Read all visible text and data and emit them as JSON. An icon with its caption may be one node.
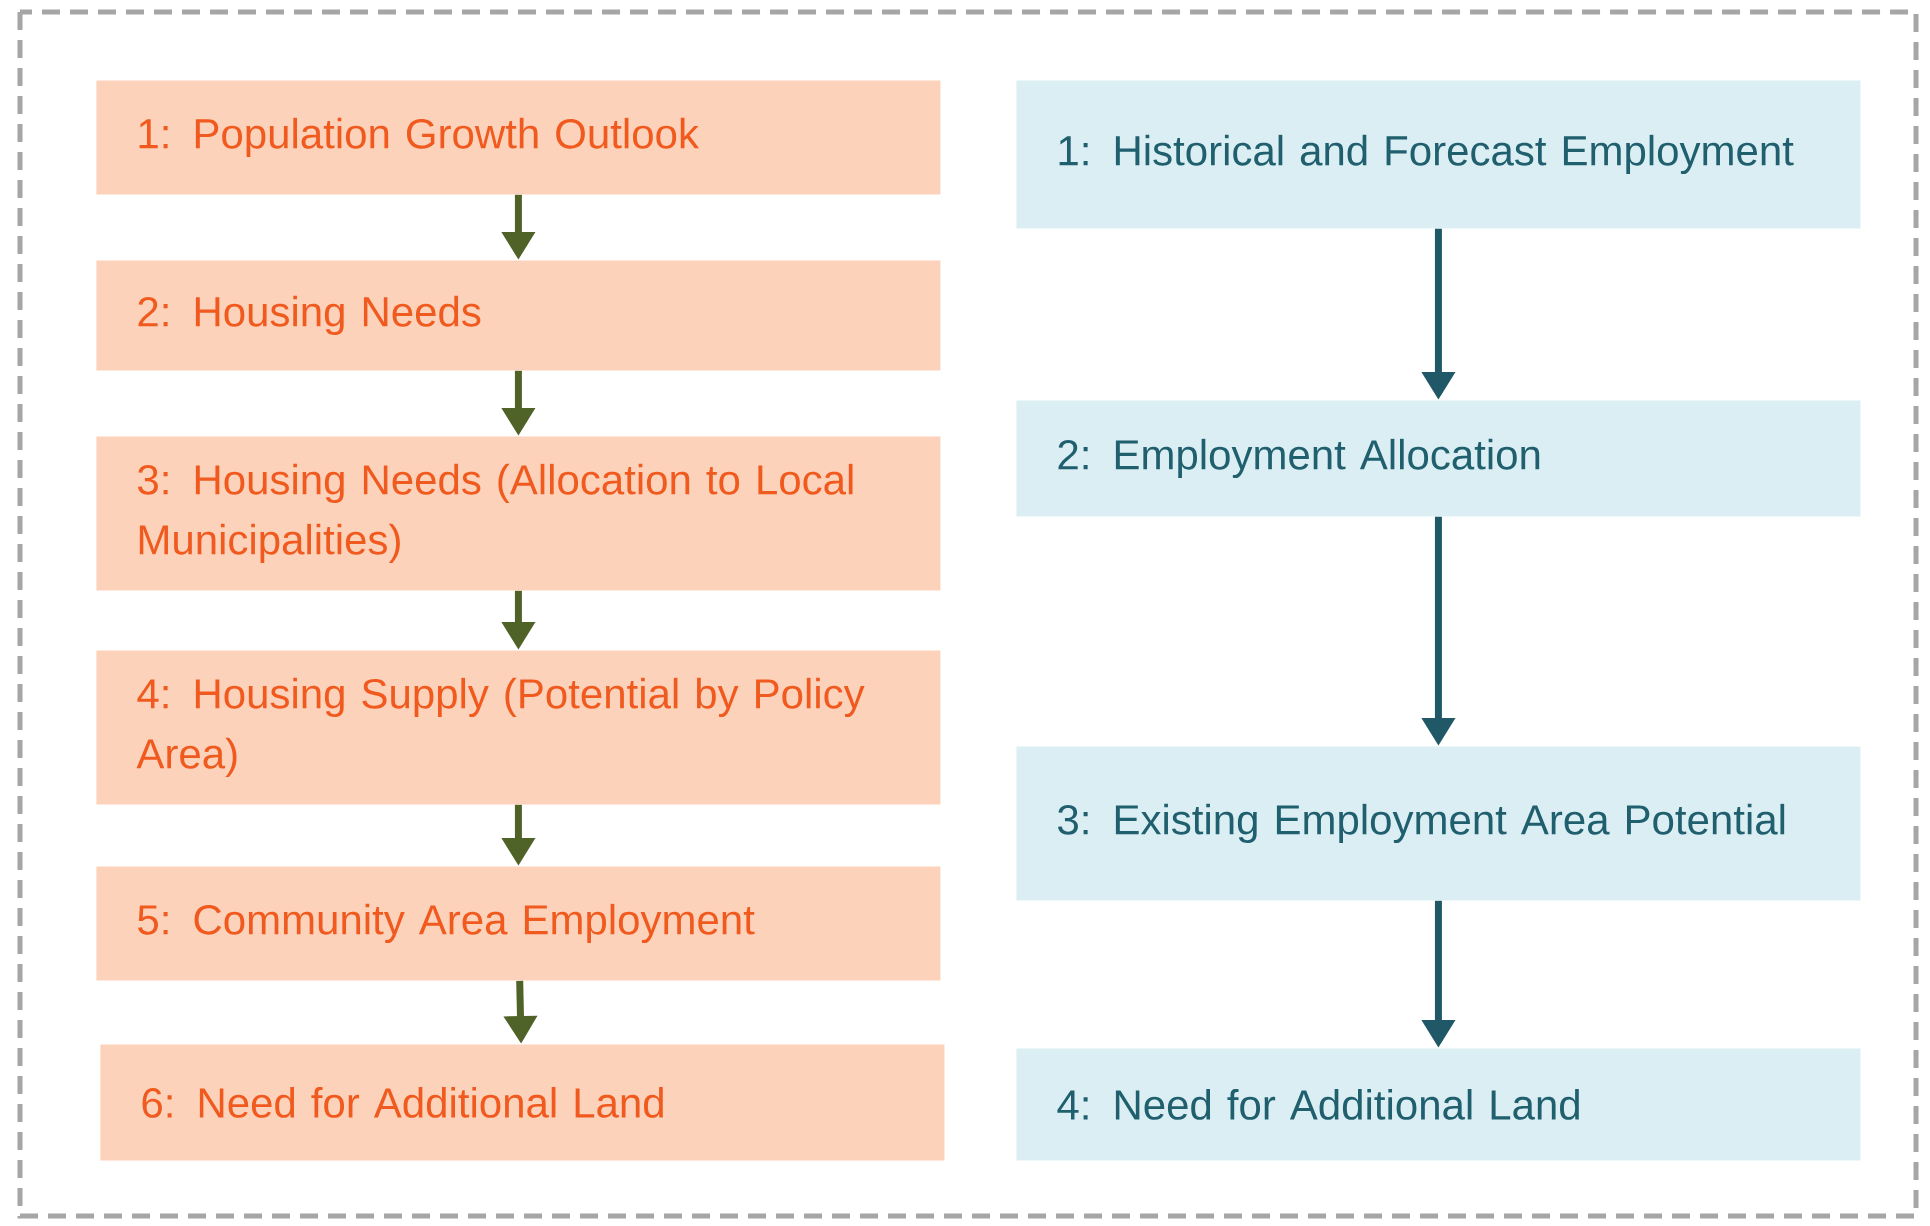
{
  "diagram": {
    "nodes": [
      {
        "text": [
          "1: Population Growth Outlook"
        ]
      },
      {
        "text": [
          "2: Housing Needs"
        ]
      },
      {
        "text": [
          "3: Housing Needs (Allocation to Local Municipalities)"
        ]
      },
      {
        "text": [
          "4: Housing Supply (Potential by Policy Area)"
        ]
      },
      {
        "text": [
          "5: Community Area Employment"
        ]
      },
      {
        "text": [
          "6: Need for Additional Land"
        ]
      },
      {
        "text": [
          "1: Historical and Forecast Employment"
        ]
      },
      {
        "text": [
          "2: Employment Allocation"
        ]
      },
      {
        "text": [
          "3: Existing Employment Area Potential"
        ]
      },
      {
        "text": [
          "4: Need for Additional Land"
        ]
      }
    ],
    "edges": [
      {
        "from": 0,
        "to": 1,
        "arrow": "to"
      },
      {
        "from": 1,
        "to": 2,
        "arrow": "to"
      },
      {
        "from": 2,
        "to": 3,
        "arrow": "to"
      },
      {
        "from": 3,
        "to": 4,
        "arrow": "to"
      },
      {
        "from": 4,
        "to": 5,
        "arrow": "to"
      },
      {
        "from": 6,
        "to": 7,
        "arrow": "to",
        "color": "#215868"
      },
      {
        "from": 7,
        "to": 8,
        "arrow": "to",
        "color": "#215868"
      },
      {
        "from": 8,
        "to": 9,
        "arrow": "to",
        "color": "#215868"
      }
    ]
  }
}
